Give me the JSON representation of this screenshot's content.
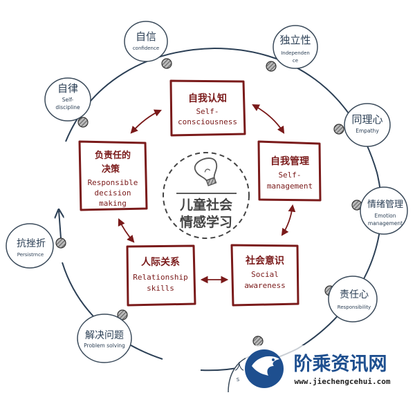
{
  "center": {
    "line1": "儿童社会",
    "line2": "情感学习",
    "icon": "lightbulb-icon"
  },
  "boxes": [
    {
      "id": "self-consciousness",
      "cn": "自我认知",
      "en": [
        "Self-",
        "consciousness"
      ]
    },
    {
      "id": "self-management",
      "cn": "自我管理",
      "en": [
        "Self-",
        "management"
      ]
    },
    {
      "id": "social-awareness",
      "cn": "社会意识",
      "en": [
        "Social",
        "awareness"
      ]
    },
    {
      "id": "relationship-skills",
      "cn": "人际关系",
      "en": [
        "Relationship",
        "skills"
      ]
    },
    {
      "id": "responsible-decision-making",
      "cn": [
        "负责任的",
        "决策"
      ],
      "en": [
        "Responsible",
        "decision",
        "making"
      ]
    }
  ],
  "bubbles": [
    {
      "id": "confidence",
      "cn": "自信",
      "en": [
        "confidence"
      ]
    },
    {
      "id": "independence",
      "cn": "独立性",
      "en": [
        "Independen",
        "ce"
      ]
    },
    {
      "id": "self-discipline",
      "cn": "自律",
      "en": [
        "Self-",
        "discipline"
      ]
    },
    {
      "id": "empathy",
      "cn": "同理心",
      "en": [
        "Empathy"
      ]
    },
    {
      "id": "emotion-management",
      "cn": "情绪管理",
      "en": [
        "Emotion",
        "management"
      ]
    },
    {
      "id": "persistence",
      "cn": "抗挫折",
      "en": [
        "Persistrnce"
      ]
    },
    {
      "id": "responsibility",
      "cn": "责任心",
      "en": [
        "Responsibility"
      ]
    },
    {
      "id": "problem-solving",
      "cn": "解决问题",
      "en": [
        "Problem solving"
      ]
    },
    {
      "id": "partial",
      "cn": "人",
      "en": [
        "S"
      ]
    }
  ],
  "watermark": {
    "name": "阶乘资讯网",
    "url": "www.jiechengcehui.com",
    "icon": "eagle-logo-icon"
  },
  "colors": {
    "box_stroke": "#7a1a1a",
    "ring_stroke": "#2b3f55",
    "bubble_stroke": "#3a4a5a",
    "watermark_blue": "#1e4f8f"
  }
}
